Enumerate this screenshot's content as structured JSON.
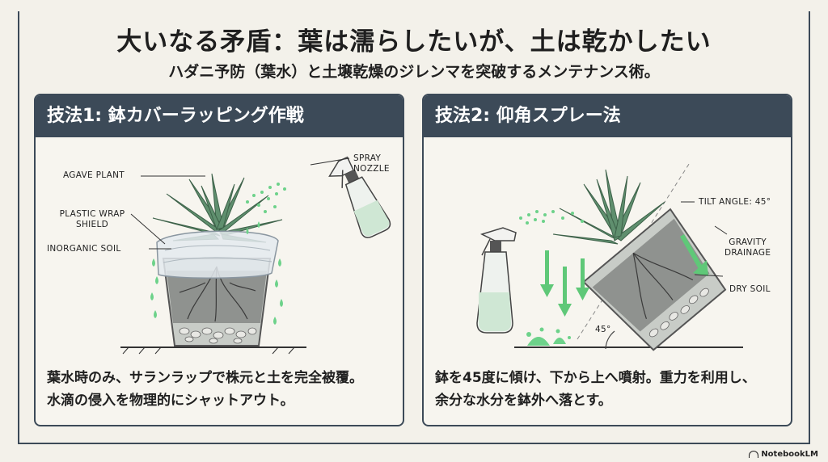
{
  "title": "大いなる矛盾：葉は濡らしたいが、土は乾かしたい",
  "subtitle": "ハダニ予防（葉水）と土壌乾燥のジレンマを突破するメンテナンス術。",
  "panel1": {
    "heading": "技法1: 鉢カバーラッピング作戦",
    "labels": {
      "agave": "AGAVE PLANT",
      "wrap1": "PLASTIC WRAP",
      "wrap2": "SHIELD",
      "soil": "INORGANIC SOIL",
      "spray1": "SPRAY",
      "spray2": "NOZZLE"
    },
    "desc_line1": "葉水時のみ、サランラップで株元と土を完全被覆。",
    "desc_line2": "水滴の侵入を物理的にシャットアウト。"
  },
  "panel2": {
    "heading": "技法2: 仰角スプレー法",
    "labels": {
      "tilt": "TILT ANGLE: 45°",
      "gravity1": "GRAVITY",
      "gravity2": "DRAINAGE",
      "drysoil": "DRY SOIL",
      "angle": "45°"
    },
    "desc_line1": "鉢を45度に傾け、下から上へ噴射。重力を利用し、",
    "desc_line2": "余分な水分を鉢外へ落とす。"
  },
  "brand": "NotebookLM",
  "colors": {
    "header": "#3c4a58",
    "water": "#6dd28a",
    "leaf": "#5f8f6e",
    "pot": "#c8ccc7"
  }
}
